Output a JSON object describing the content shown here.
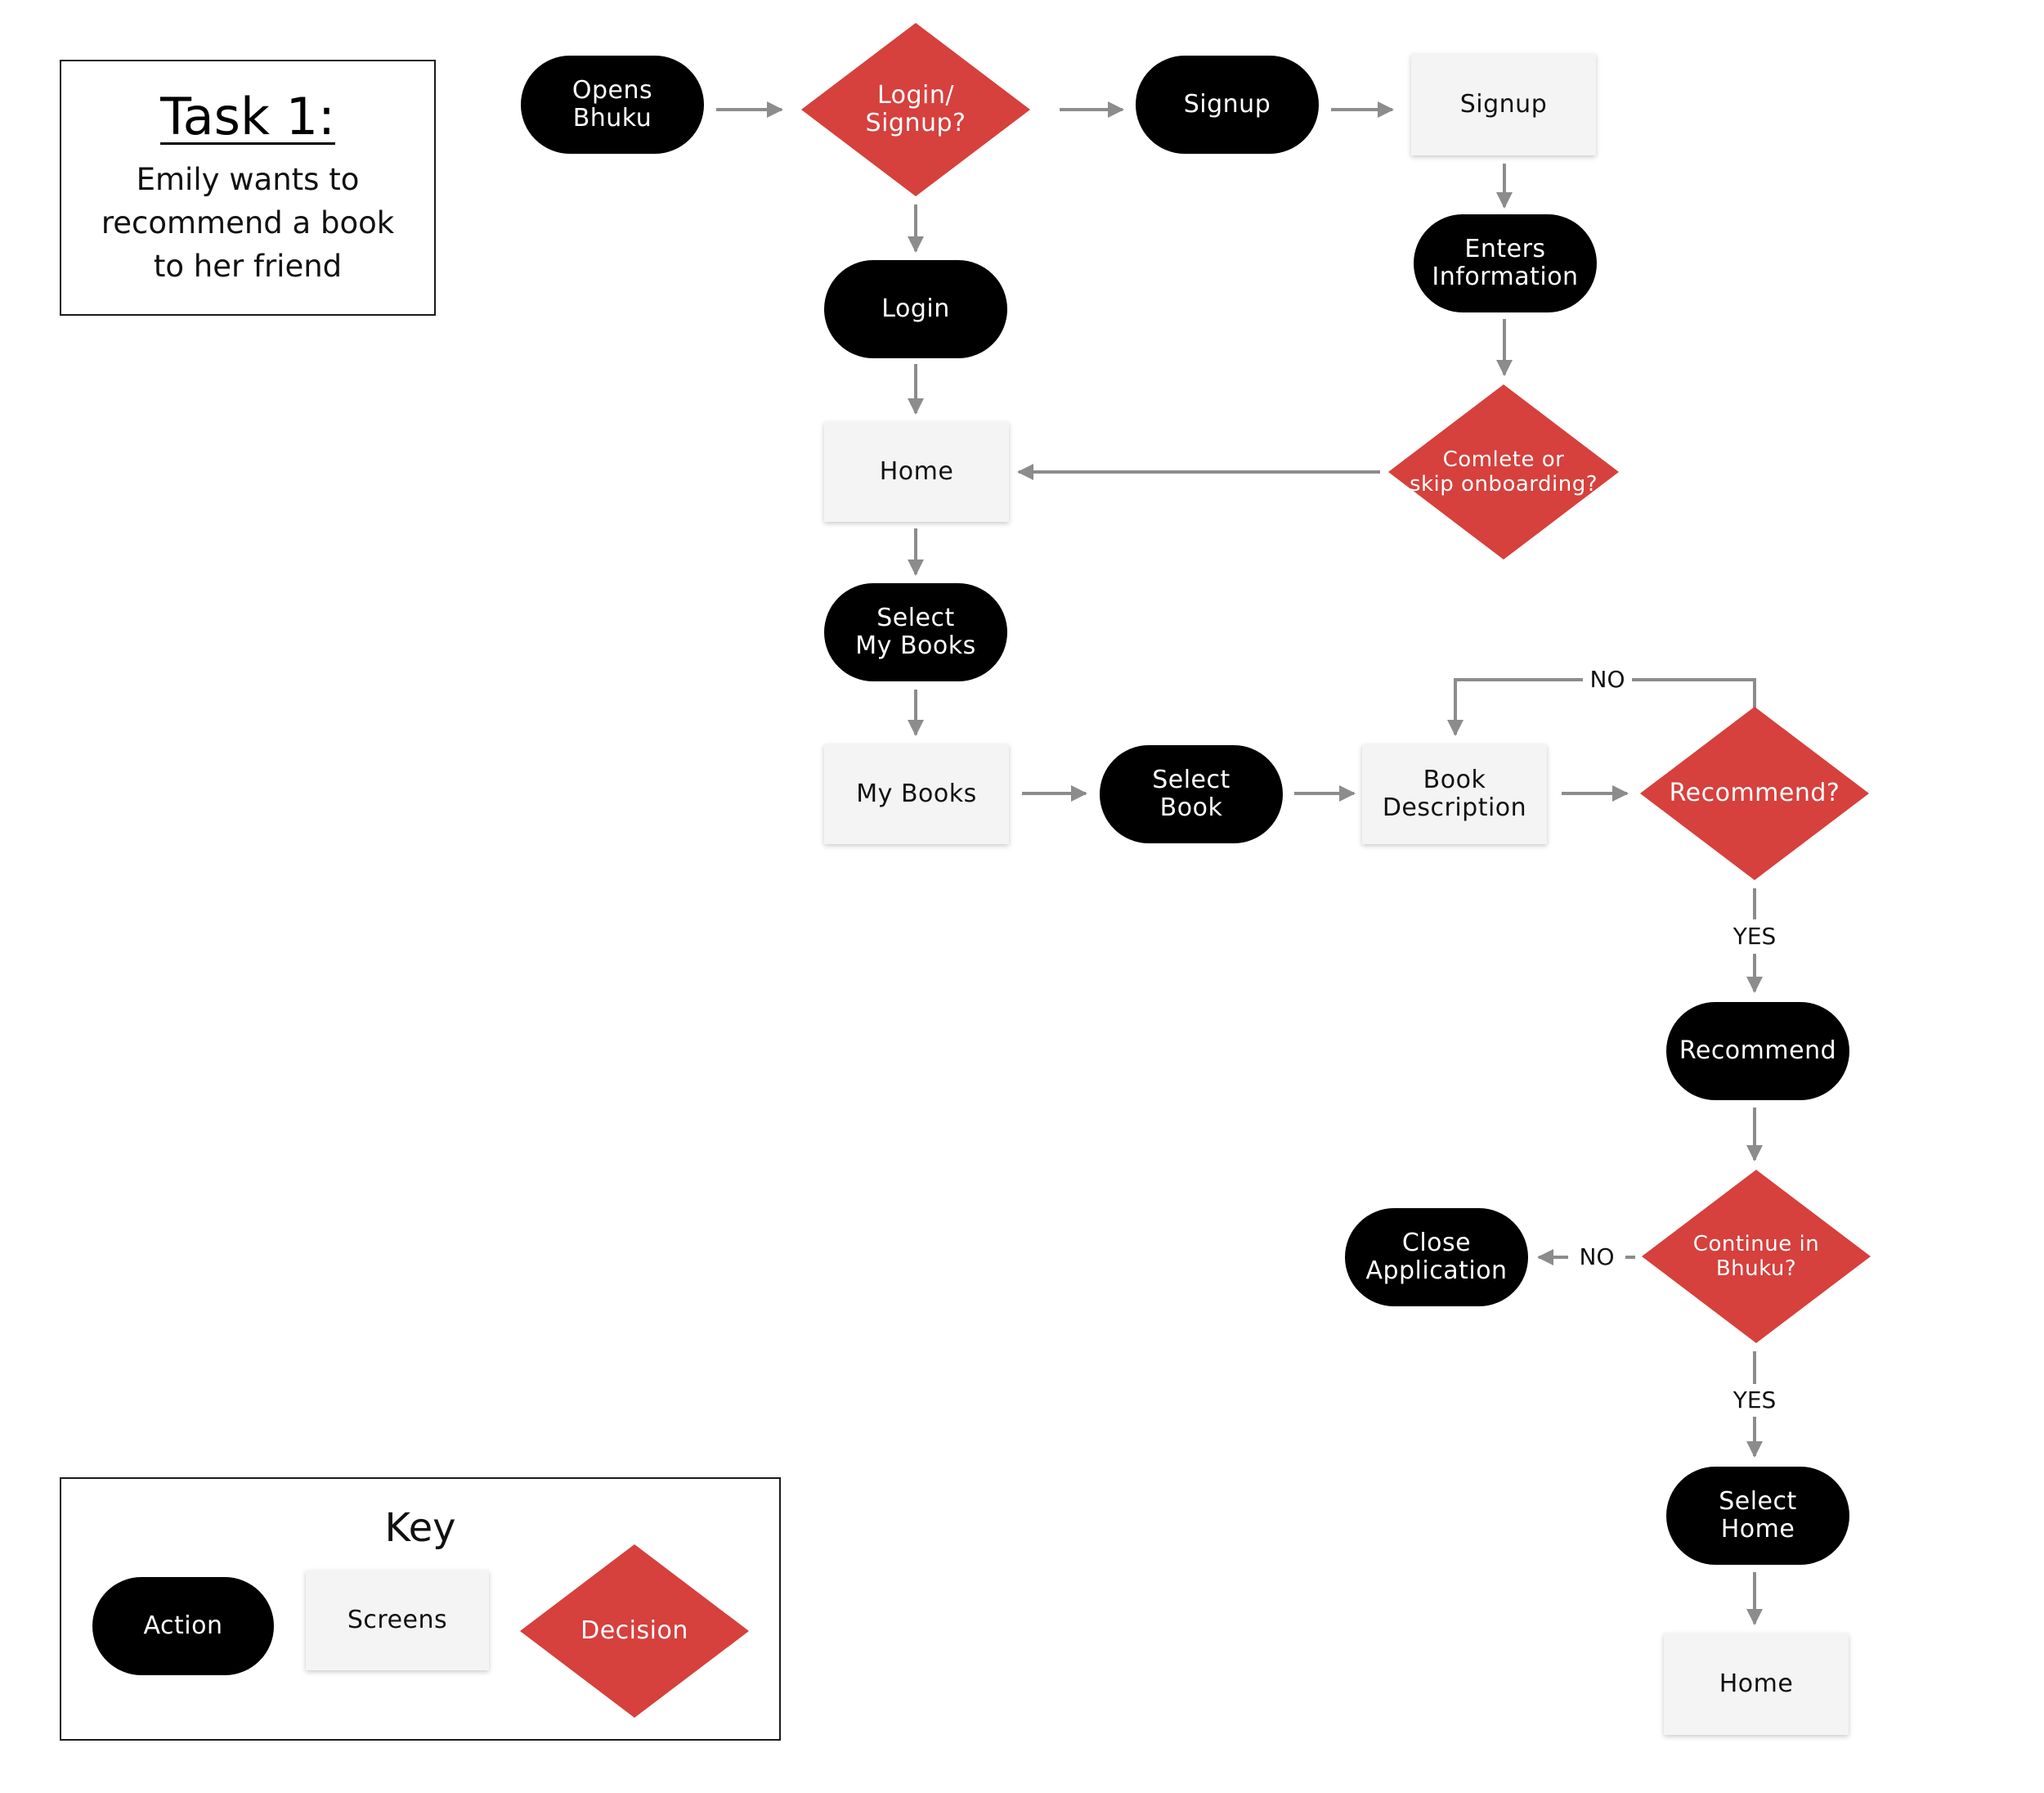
{
  "task": {
    "title": "Task 1:",
    "description": "Emily wants to\nrecommend a book\nto her friend"
  },
  "key": {
    "title": "Key",
    "action_label": "Action",
    "screen_label": "Screens",
    "decision_label": "Decision"
  },
  "colors": {
    "action_fill": "#000000",
    "screen_fill": "#f4f4f4",
    "decision_fill": "#d6403d",
    "arrow": "#8c8c8c"
  },
  "flow": {
    "nodes": [
      {
        "id": "opens-bhuku",
        "type": "action",
        "label": "Opens\nBhuku"
      },
      {
        "id": "login-signup-decision",
        "type": "decision",
        "label": "Login/\nSignup?"
      },
      {
        "id": "signup-action",
        "type": "action",
        "label": "Signup"
      },
      {
        "id": "signup-screen",
        "type": "screen",
        "label": "Signup"
      },
      {
        "id": "login-action",
        "type": "action",
        "label": "Login"
      },
      {
        "id": "enters-information",
        "type": "action",
        "label": "Enters\nInformation"
      },
      {
        "id": "home-screen",
        "type": "screen",
        "label": "Home"
      },
      {
        "id": "onboarding-decision",
        "type": "decision",
        "label": "Comlete or\nskip onboarding?"
      },
      {
        "id": "select-my-books",
        "type": "action",
        "label": "Select\nMy Books"
      },
      {
        "id": "my-books-screen",
        "type": "screen",
        "label": "My Books"
      },
      {
        "id": "select-book",
        "type": "action",
        "label": "Select\nBook"
      },
      {
        "id": "book-description-screen",
        "type": "screen",
        "label": "Book\nDescription"
      },
      {
        "id": "recommend-decision",
        "type": "decision",
        "label": "Recommend?"
      },
      {
        "id": "recommend-action",
        "type": "action",
        "label": "Recommend"
      },
      {
        "id": "continue-decision",
        "type": "decision",
        "label": "Continue in\nBhuku?"
      },
      {
        "id": "close-application",
        "type": "action",
        "label": "Close\nApplication"
      },
      {
        "id": "select-home",
        "type": "action",
        "label": "Select\nHome"
      },
      {
        "id": "home-screen-final",
        "type": "screen",
        "label": "Home"
      }
    ],
    "edges": [
      {
        "from": "opens-bhuku",
        "to": "login-signup-decision",
        "label": ""
      },
      {
        "from": "login-signup-decision",
        "to": "signup-action",
        "label": ""
      },
      {
        "from": "signup-action",
        "to": "signup-screen",
        "label": ""
      },
      {
        "from": "signup-screen",
        "to": "enters-information",
        "label": ""
      },
      {
        "from": "login-signup-decision",
        "to": "login-action",
        "label": ""
      },
      {
        "from": "login-action",
        "to": "home-screen",
        "label": ""
      },
      {
        "from": "enters-information",
        "to": "onboarding-decision",
        "label": ""
      },
      {
        "from": "onboarding-decision",
        "to": "home-screen",
        "label": ""
      },
      {
        "from": "home-screen",
        "to": "select-my-books",
        "label": ""
      },
      {
        "from": "select-my-books",
        "to": "my-books-screen",
        "label": ""
      },
      {
        "from": "my-books-screen",
        "to": "select-book",
        "label": ""
      },
      {
        "from": "select-book",
        "to": "book-description-screen",
        "label": ""
      },
      {
        "from": "book-description-screen",
        "to": "recommend-decision",
        "label": ""
      },
      {
        "from": "recommend-decision",
        "to": "book-description-screen",
        "label": "NO"
      },
      {
        "from": "recommend-decision",
        "to": "recommend-action",
        "label": "YES"
      },
      {
        "from": "recommend-action",
        "to": "continue-decision",
        "label": ""
      },
      {
        "from": "continue-decision",
        "to": "close-application",
        "label": "NO"
      },
      {
        "from": "continue-decision",
        "to": "select-home",
        "label": "YES"
      },
      {
        "from": "select-home",
        "to": "home-screen-final",
        "label": ""
      }
    ]
  }
}
